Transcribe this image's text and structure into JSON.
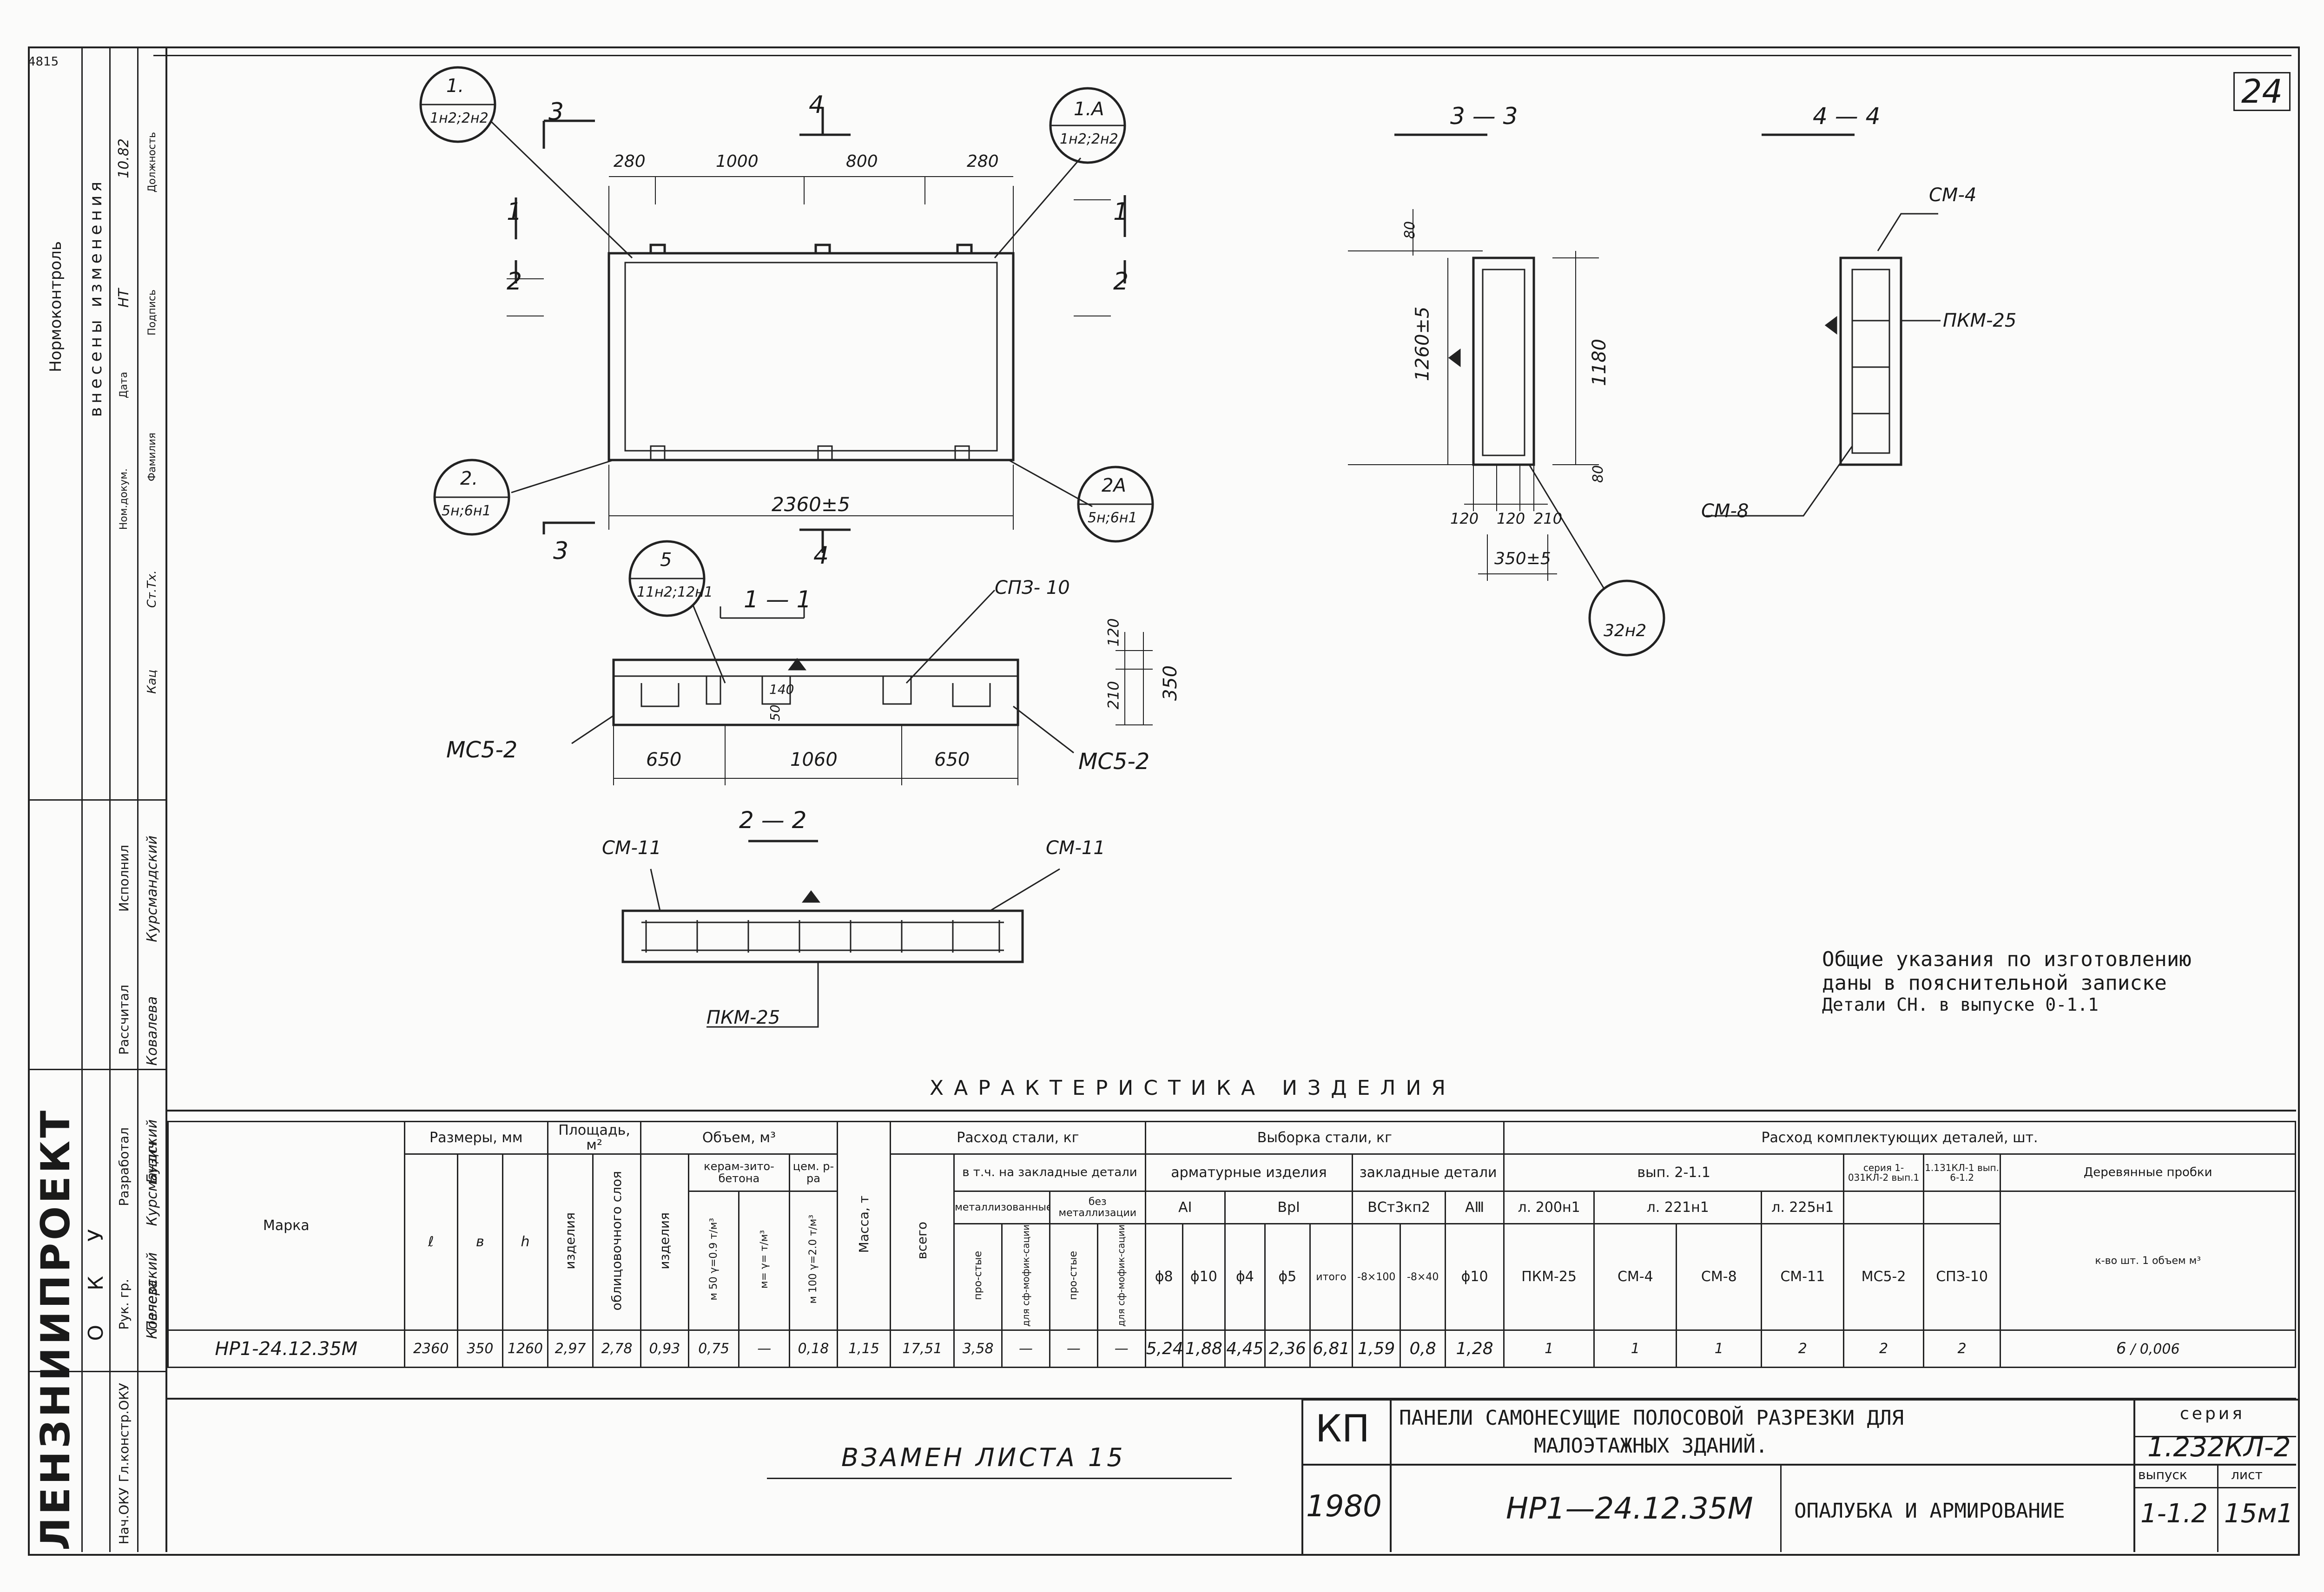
{
  "sheet": {
    "corner_number": "24",
    "top_left_code": "4815"
  },
  "views": {
    "front": {
      "section_3": "3",
      "section_4": "4",
      "section_1": "1",
      "section_2": "2",
      "callout_1": {
        "num": "1.",
        "ref": "1н2;2н2"
      },
      "callout_1a": {
        "num": "1.А",
        "ref": "1н2;2н2"
      },
      "callout_2": {
        "num": "2.",
        "ref": "5н;6н1"
      },
      "callout_2a": {
        "num": "2А",
        "ref": "5н;6н1"
      },
      "dims_top": [
        "280",
        "1000",
        "800",
        "280"
      ],
      "dim_length": "2360±5"
    },
    "plan": {
      "callout_5": {
        "num": "5",
        "ref": "11н2;12н1"
      },
      "section_title": "1 — 1",
      "spz_label": "СПЗ- 10",
      "mc_left": "МС5-2",
      "mc_right": "МС5-2",
      "dims_bottom": [
        "650",
        "1060",
        "650"
      ],
      "dims_right": [
        "120",
        "210",
        "350"
      ],
      "dim_inner": [
        "50",
        "140"
      ]
    },
    "section_22": {
      "title": "2 — 2",
      "cm_left": "СМ-11",
      "cm_right": "СМ-11",
      "pkm": "ПКМ-25"
    },
    "section_33": {
      "title": "3 — 3",
      "dim_height": "1260±5",
      "dim_inner": "1180",
      "dim_top": "80",
      "dim_bottom": "80",
      "dims_bottom": [
        "120",
        "120",
        "210"
      ],
      "dim_width": "350±5",
      "callout": "32н2"
    },
    "section_44": {
      "title": "4 — 4",
      "cm_top": "СМ-4",
      "pkm": "ПКМ-25",
      "cm_bottom": "СМ-8"
    }
  },
  "notes": [
    "Общие указания по изготовлению",
    "даны в пояснительной записке",
    "Детали СН. в выпуске 0-1.1"
  ],
  "spec": {
    "title": "ХАРАКТЕРИСТИКА ИЗДЕЛИЯ",
    "h_mark": "Марка",
    "h_dims": "Размеры, мм",
    "h_area": "Площадь, м²",
    "h_volume": "Объем, м³",
    "h_mass": "Масса, т",
    "h_steel": "Расход стали, кг",
    "h_steel_sel": "Выборка стали, кг",
    "h_parts": "Расход комплектующих деталей, шт.",
    "h_l": "ℓ",
    "h_b": "в",
    "h_h": "h",
    "h_area_item": "изделия",
    "h_area_facing": "облицовочного слоя",
    "h_vol_item": "изделия",
    "h_ceram": "керам-зито-бетона",
    "h_ceram_a": "м 50 γ=0.9 т/м³",
    "h_ceram_b": "м= γ= т/м³",
    "h_cement": "цем. р-ра",
    "h_cement_a": "м 100 γ=2.0 т/м³",
    "h_total": "всего",
    "h_incl": "в т.ч. на закладные детали",
    "h_metal": "металлизованные",
    "h_nometal": "без металлизации",
    "h_simple1": "про-стые",
    "h_modif1": "для сф-мофик-сации",
    "h_simple2": "про-стые",
    "h_modif2": "для сф-мофик-сации",
    "h_armat": "арматурные изделия",
    "h_embed": "закладные детали",
    "h_ai": "АI",
    "h_bpi": "ВрI",
    "h_vst": "ВСт3кп2",
    "h_aiii": "АⅢ",
    "h_d8": "ϕ8",
    "h_d10": "ϕ10",
    "h_d4": "ϕ4",
    "h_d5": "ϕ5",
    "h_itogo1": "итого",
    "h_e1": "-8×100",
    "h_e2": "-8×40",
    "h_d10b": "ϕ10",
    "h_vyp21": "вып. 2-1.1",
    "h_series": "серия 1-031КЛ-2 вып.1",
    "h_series2": "1.131КЛ-1 вып. 6-1.2",
    "h_plugs": "Деревянные пробки",
    "h_l200": "л. 200н1",
    "h_l221": "л. 221н1",
    "h_l225": "л. 225н1",
    "h_pkm": "ПКМ-25",
    "h_cm4": "СМ-4",
    "h_cm8": "СМ-8",
    "h_cm11": "СМ-11",
    "h_mc52": "МС5-2",
    "h_spz10": "СПЗ-10",
    "h_qty": "к-во шт. 1 объем м³",
    "row": {
      "mark": "НР1-24.12.35М",
      "l": "2360",
      "b": "350",
      "h": "1260",
      "area_item": "2,97",
      "area_facing": "2,78",
      "vol_item": "0,93",
      "vol_ceram": "0,75",
      "vol_ceram2": "—",
      "vol_cement": "0,18",
      "mass": "1,15",
      "steel_total": "17,51",
      "steel_simple1": "3,58",
      "steel_modif1": "—",
      "steel_simple2": "—",
      "steel_modif2": "—",
      "d8": "5,24",
      "d10": "1,88",
      "d4": "4,45",
      "d5": "2,36",
      "itogo1": "6,81",
      "e1": "1,59",
      "e2": "0,8",
      "d10b": "1,28",
      "pkm": "1",
      "cm4": "1",
      "cm8": "1",
      "cm11": "2",
      "mc52": "2",
      "spz10": "2",
      "plugs_qty": "6",
      "plugs_vol": "0,006"
    }
  },
  "title_block": {
    "kp": "КП",
    "year": "1980",
    "title_line1": "ПАНЕЛИ САМОНЕСУЩИЕ ПОЛОСОВОЙ РАЗРЕЗКИ  ДЛЯ",
    "title_line2": "МАЛОЭТАЖНЫХ    ЗДАНИЙ.",
    "mark": "НР1—24.12.35М",
    "desc": "ОПАЛУБКА И АРМИРОВАНИЕ",
    "series_label": "серия",
    "series_value": "1.232КЛ-2",
    "issue_label": "выпуск",
    "issue_value": "1-1.2",
    "sheet_label": "лист",
    "sheet_value": "15м1",
    "replace": "ВЗАМЕН  ЛИСТА  15"
  },
  "sidebar": {
    "org": "ЛЕНЗНИИПРОЕКТ",
    "okyu": "О К У",
    "changes_title": "внесены изменения",
    "col_normcontrol": "Нормоконтроль",
    "col_date": "Дата",
    "col_num": "Ном.докум.",
    "col_pos": "Должность",
    "col_sign": "Подпись",
    "col_name": "Фамилия",
    "chg_date": "10.82",
    "chg_num": "НТ",
    "chg_pos": "Ст.Тх.",
    "chg_name": "Кац",
    "roles": [
      "Рук. гр.",
      "Разработал",
      "Рассчитал",
      "Исполнил",
      "Нач.ОКУ",
      "Гл.констр.ОКУ"
    ],
    "names": [
      "Козлеза",
      "Курсмандский",
      "Ковалева",
      "Курсмандский",
      "Печерский",
      "Бузич"
    ]
  }
}
